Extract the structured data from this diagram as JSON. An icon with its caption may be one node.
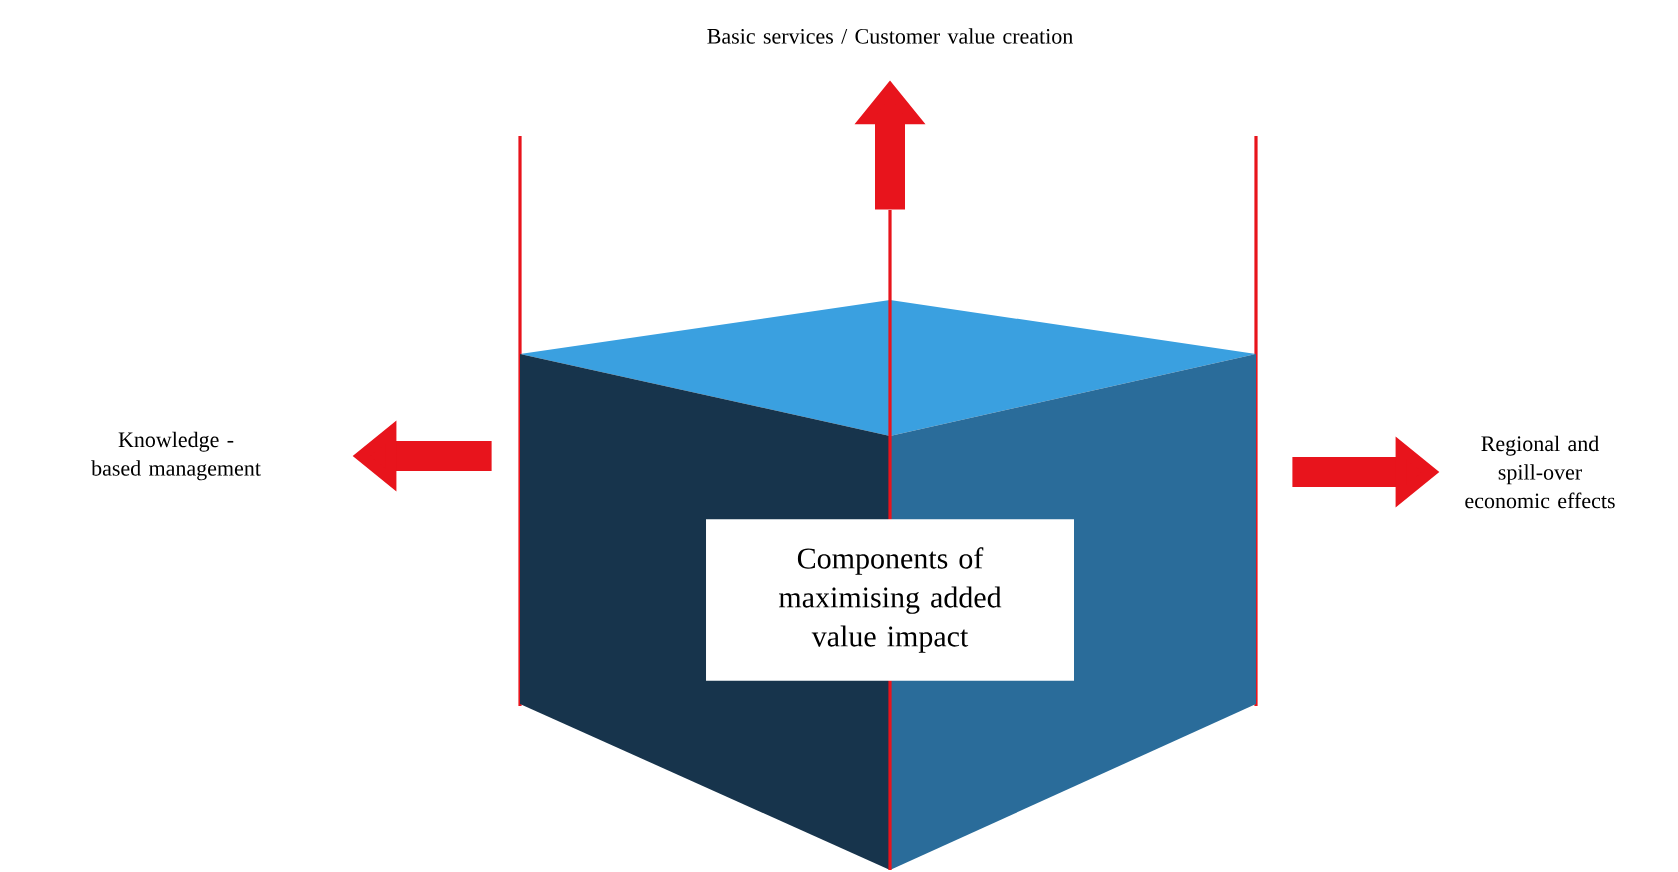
{
  "diagram": {
    "nodes": [
      {
        "text": [],
        "shape": "cube"
      },
      {
        "text": [
          "Components of maximising added value impact"
        ],
        "in": 0
      },
      {
        "text": [
          "Basic services / Customer value creation"
        ]
      },
      {
        "text": [
          "Knowledge - based management"
        ]
      },
      {
        "text": [
          "Regional and spill-over economic effects"
        ]
      }
    ],
    "edges": [
      {
        "from": 0,
        "to": 2,
        "arrow": "to"
      },
      {
        "from": 0,
        "to": 3,
        "arrow": "to"
      },
      {
        "from": 0,
        "to": 4,
        "arrow": "to"
      }
    ]
  }
}
